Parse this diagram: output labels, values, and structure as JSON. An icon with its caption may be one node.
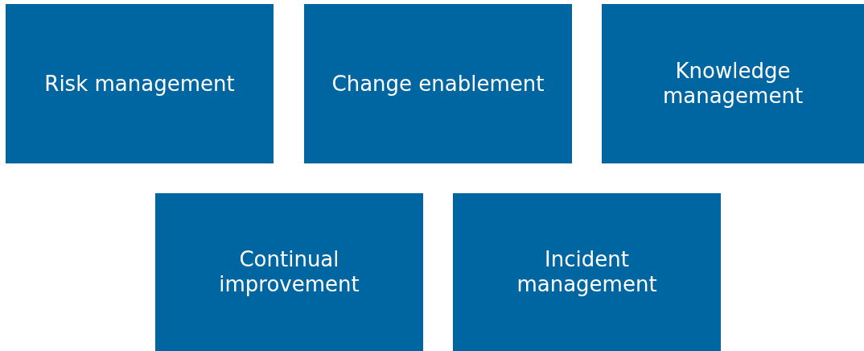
{
  "diagram": {
    "nodes": [
      {
        "text": [
          "Risk management"
        ]
      },
      {
        "text": [
          "Change enablement"
        ]
      },
      {
        "text": [
          "Knowledge management"
        ]
      },
      {
        "text": [
          "Continual improvement"
        ]
      },
      {
        "text": [
          "Incident management"
        ]
      }
    ]
  }
}
